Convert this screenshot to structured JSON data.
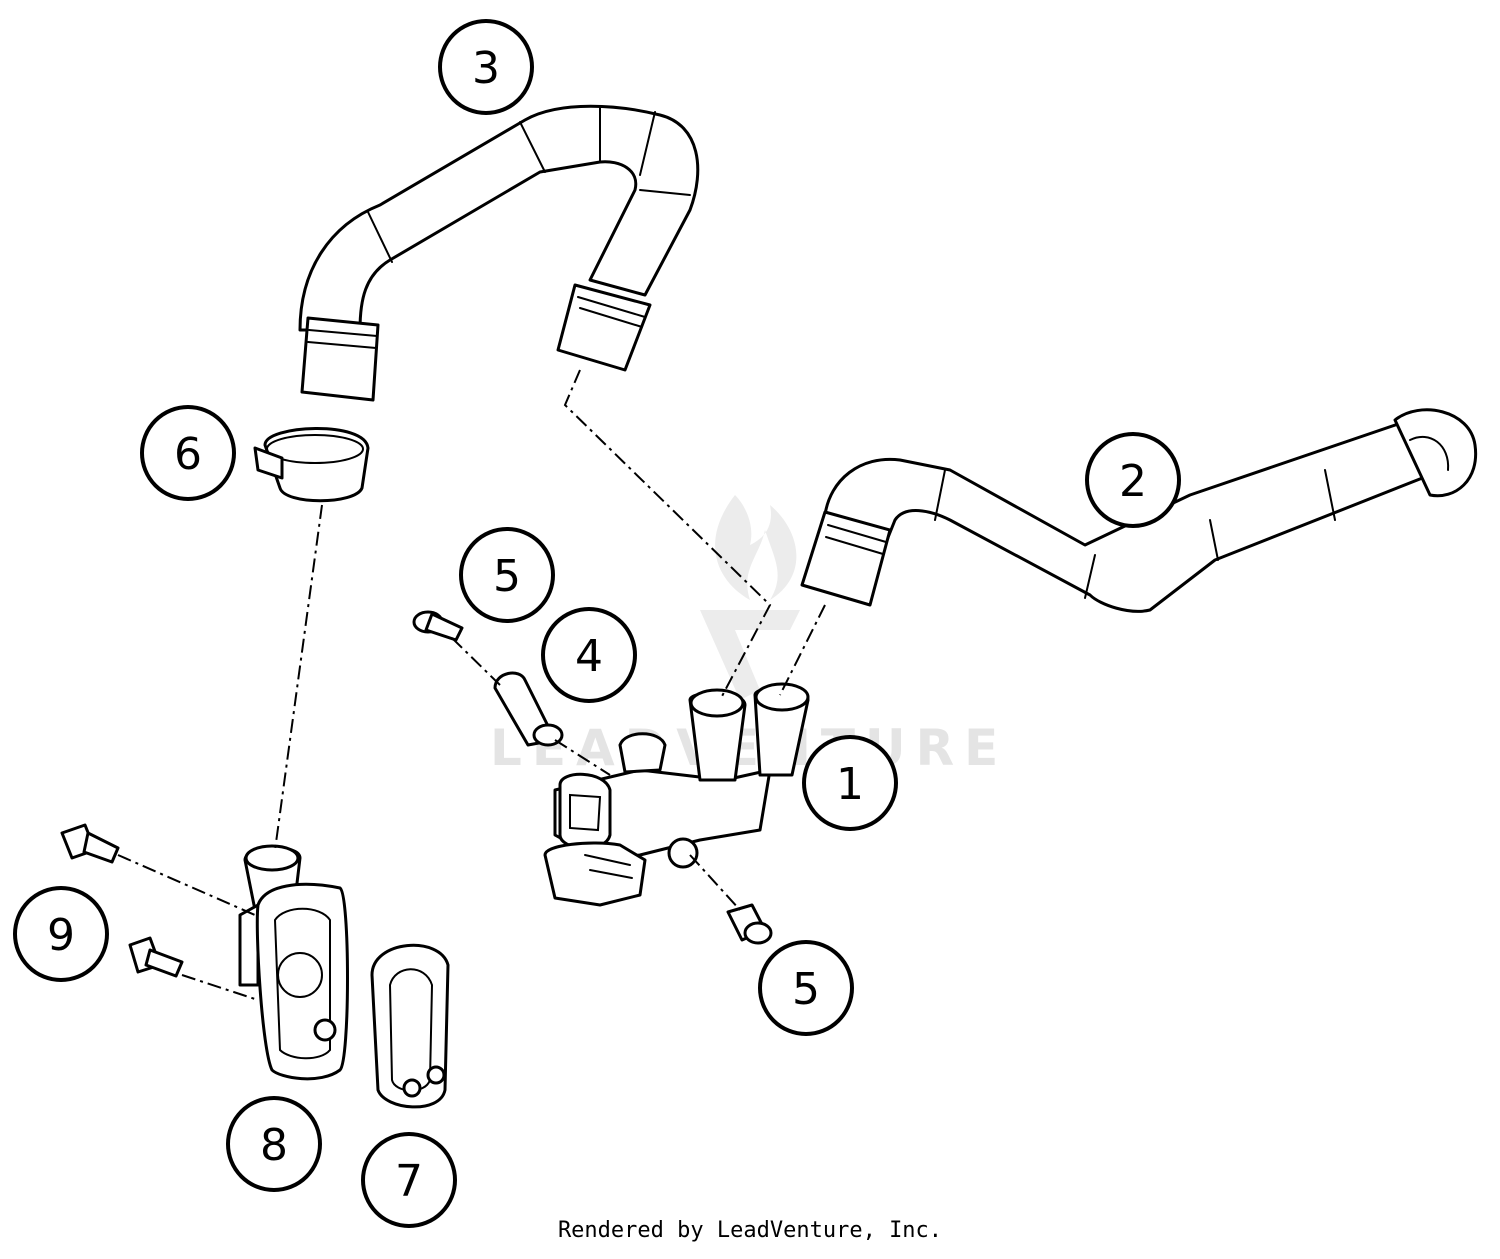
{
  "diagram": {
    "callouts": [
      {
        "id": "c1",
        "label": "1"
      },
      {
        "id": "c2",
        "label": "2"
      },
      {
        "id": "c3",
        "label": "3"
      },
      {
        "id": "c4",
        "label": "4"
      },
      {
        "id": "c5a",
        "label": "5"
      },
      {
        "id": "c5b",
        "label": "5"
      },
      {
        "id": "c6",
        "label": "6"
      },
      {
        "id": "c7",
        "label": "7"
      },
      {
        "id": "c8",
        "label": "8"
      },
      {
        "id": "c9",
        "label": "9"
      }
    ],
    "watermark": "LEADVENTURE"
  },
  "footer": {
    "credit": "Rendered by LeadVenture, Inc."
  }
}
